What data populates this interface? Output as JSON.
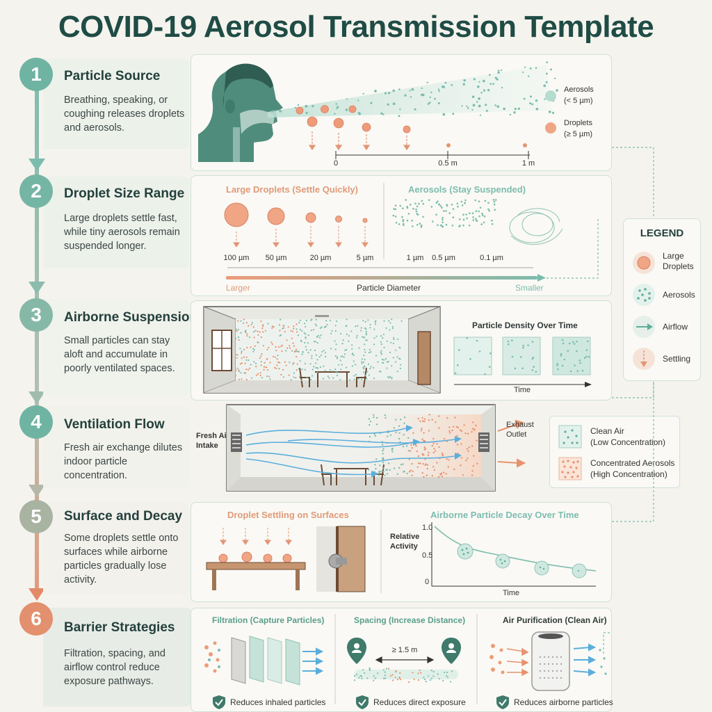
{
  "title": "COVID-19 Aerosol Transmission Template",
  "colors": {
    "teal": "#7cbcae",
    "orange": "#e8916d",
    "darkteal": "#1f4c45",
    "blue": "#5aaedc"
  },
  "steps": [
    {
      "number": "1",
      "title": "Particle Source",
      "desc": "Breathing, speaking, or coughing releases droplets and aerosols."
    },
    {
      "number": "2",
      "title": "Droplet Size Range",
      "desc": "Large droplets settle fast, while tiny aerosols remain suspended longer."
    },
    {
      "number": "3",
      "title": "Airborne Suspension",
      "desc": "Small particles can stay aloft and accumulate in poorly ventilated spaces."
    },
    {
      "number": "4",
      "title": "Ventilation Flow",
      "desc": "Fresh air exchange dilutes indoor particle concentration."
    },
    {
      "number": "5",
      "title": "Surface and Decay",
      "desc": "Some droplets settle onto surfaces while airborne particles gradually lose activity."
    },
    {
      "number": "6",
      "title": "Barrier Strategies",
      "desc": "Filtration, spacing, and airflow control reduce exposure pathways."
    }
  ],
  "panel1": {
    "aerosols_label": "Aerosols",
    "aerosols_size": "(< 5 µm)",
    "droplets_label": "Droplets",
    "droplets_size": "(≥ 5 µm)",
    "dist": [
      "0",
      "0.5 m",
      "1 m"
    ]
  },
  "panel2": {
    "left_title": "Large Droplets (Settle Quickly)",
    "right_title": "Aerosols (Stay Suspended)",
    "sizes_large": [
      "100 µm",
      "50 µm",
      "20 µm",
      "5 µm"
    ],
    "sizes_small": [
      "1 µm",
      "0.5 µm",
      "0.1 µm"
    ],
    "axis_left": "Larger",
    "axis_mid": "Particle Diameter",
    "axis_right": "Smaller"
  },
  "panel3": {
    "chart_title": "Particle Density Over Time",
    "time_label": "Time"
  },
  "panel4": {
    "intake": "Fresh Air Intake",
    "exhaust": "Exhaust Outlet",
    "clean_label": "Clean Air",
    "clean_sub": "(Low Concentration)",
    "conc_label": "Concentrated Aerosols",
    "conc_sub": "(High Concentration)"
  },
  "panel5": {
    "left_title": "Droplet Settling on Surfaces",
    "right_title": "Airborne Particle Decay Over Time",
    "ylabel": "Relative Activity",
    "xlabel": "Time",
    "yticks": [
      "1.0",
      "0.5",
      "0"
    ]
  },
  "panel6": {
    "filtration_title": "Filtration (Capture Particles)",
    "spacing_title": "Spacing (Increase Distance)",
    "purification_title": "Air Purification (Clean Air)",
    "distance": "≥ 1.5 m",
    "notes": [
      "Reduces inhaled particles",
      "Reduces direct exposure",
      "Reduces airborne particles"
    ]
  },
  "legend": {
    "title": "LEGEND",
    "items": [
      "Large Droplets",
      "Aerosols",
      "Airflow",
      "Settling"
    ]
  }
}
